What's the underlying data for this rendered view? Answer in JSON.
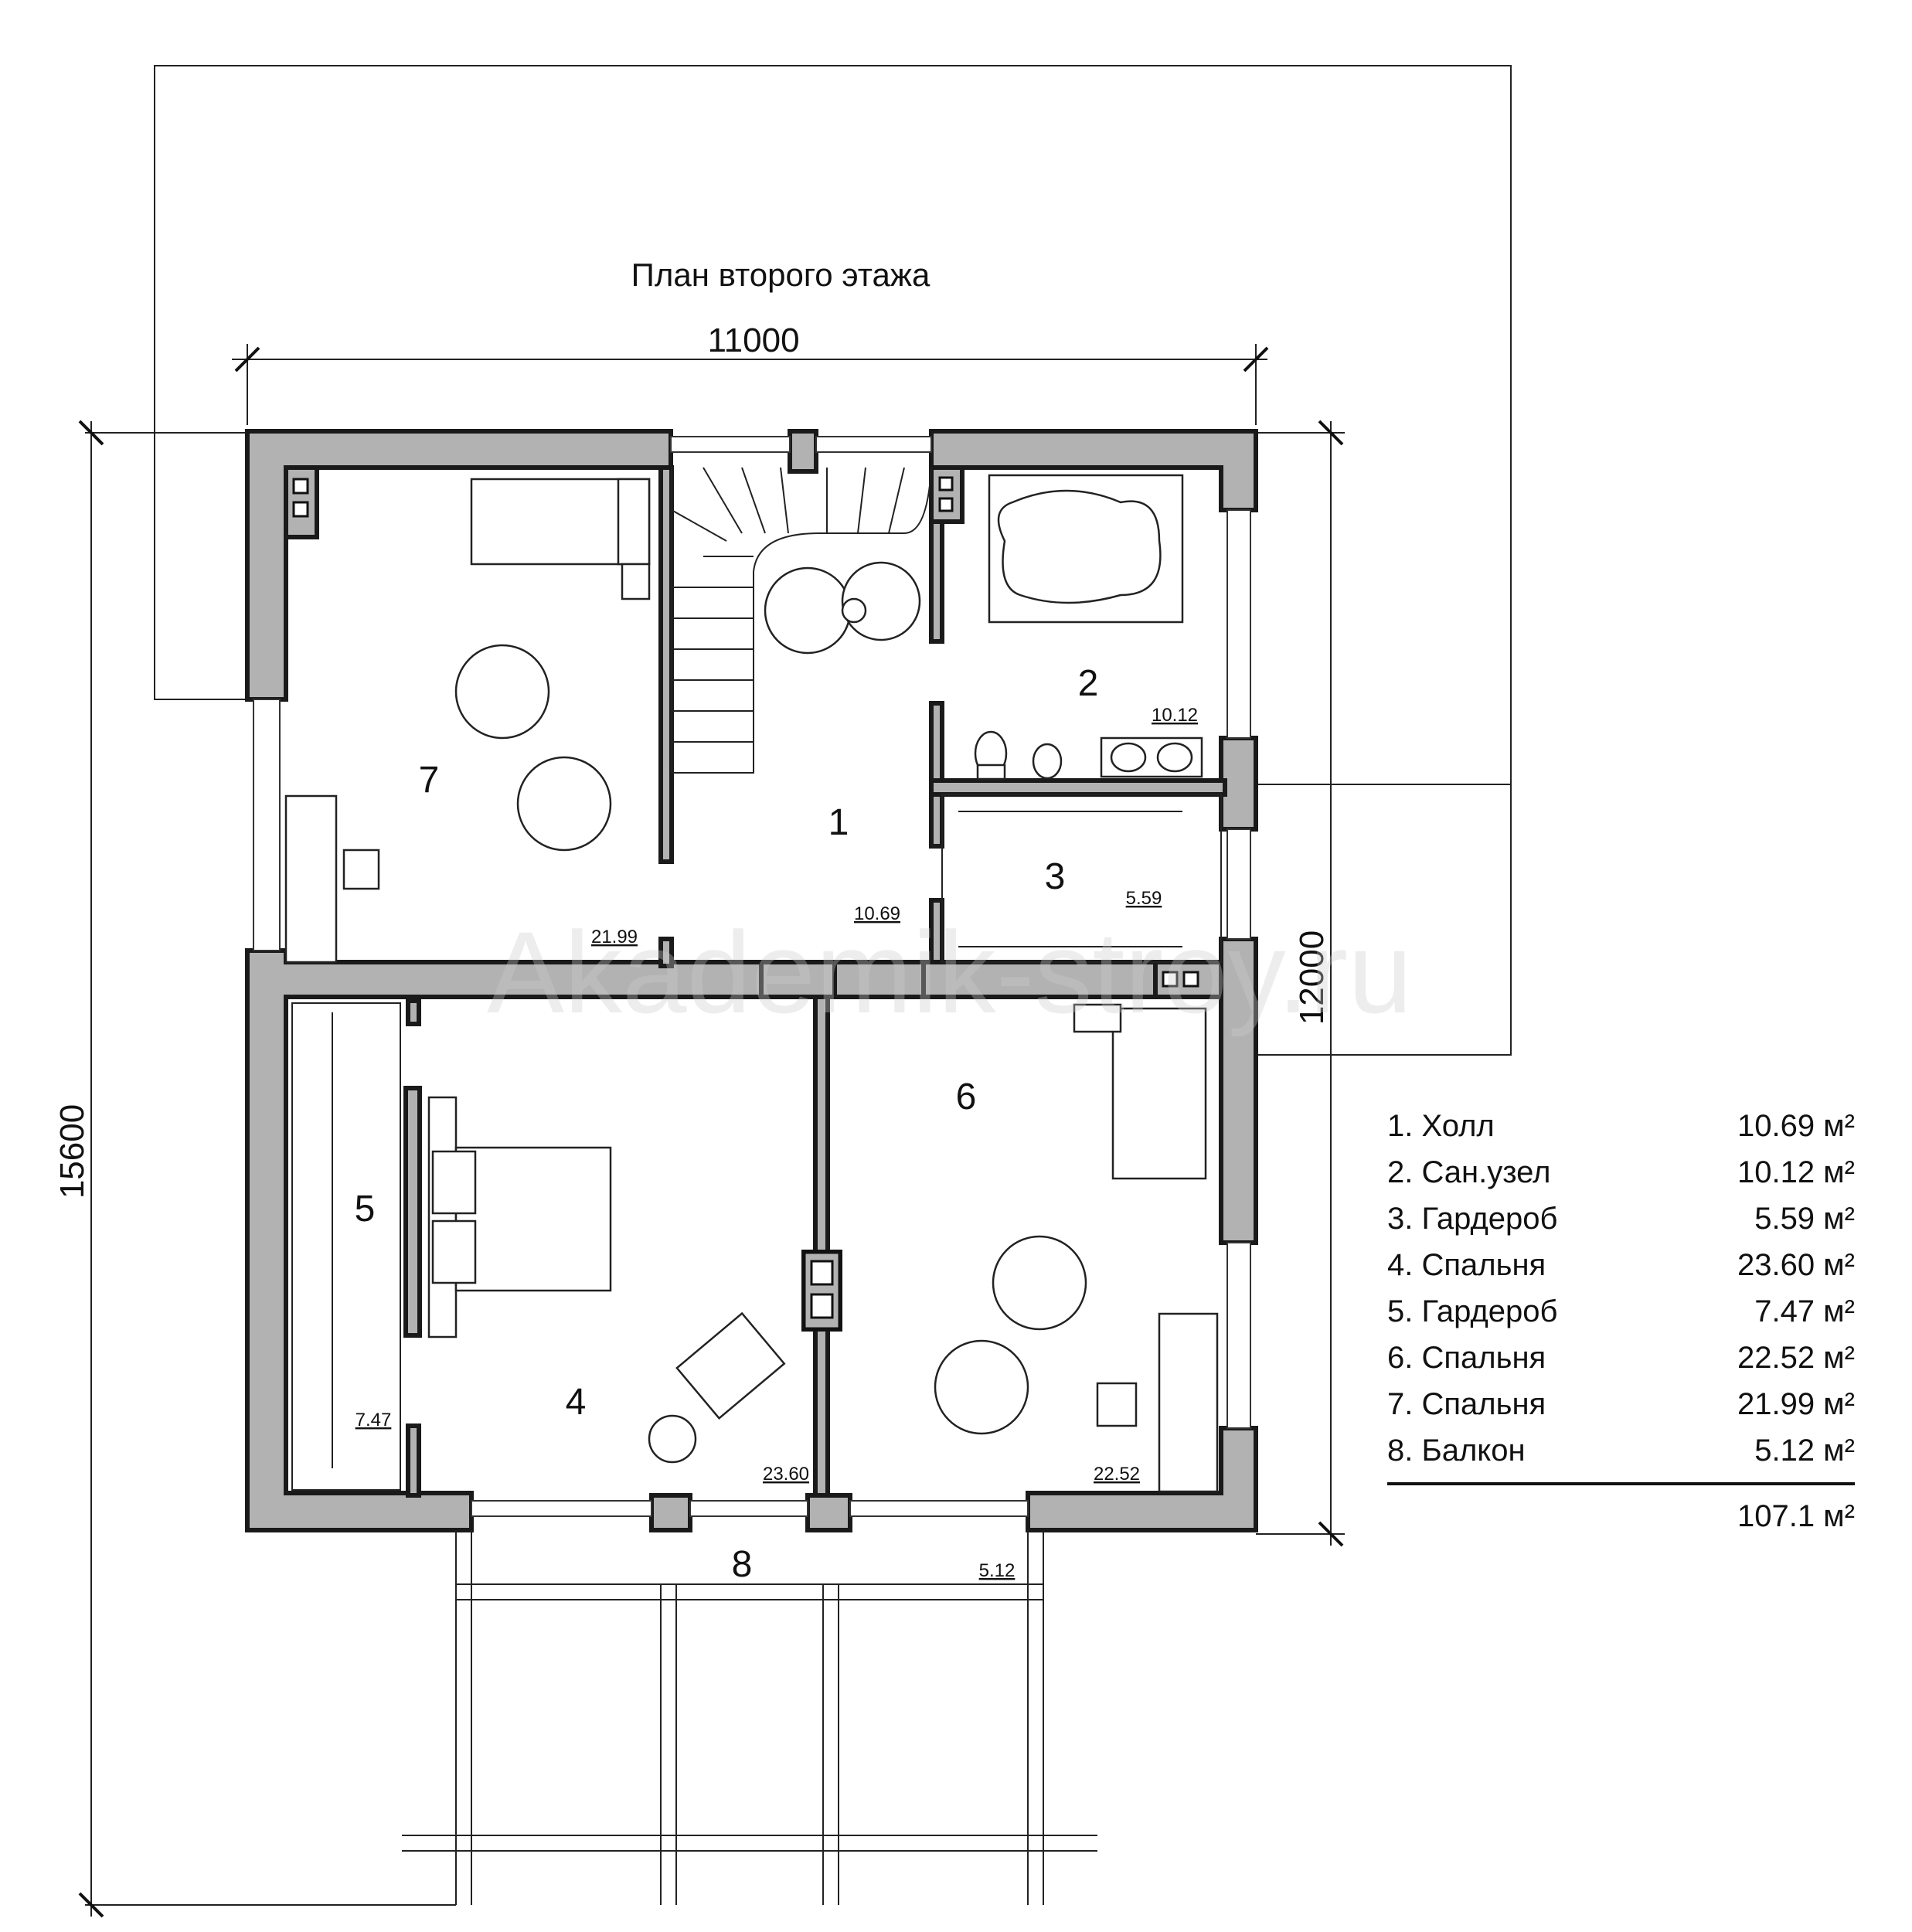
{
  "title": "План второго этажа",
  "dimensions": {
    "width_total": "11000",
    "height_total": "15600",
    "height_house": "12000"
  },
  "watermark": "Akademik-stroy.ru",
  "rooms": [
    {
      "num": "1",
      "name": "Холл",
      "area_label": "10.69",
      "area": "10.69 м²"
    },
    {
      "num": "2",
      "name": "Сан.узел",
      "area_label": "10.12",
      "area": "10.12 м²"
    },
    {
      "num": "3",
      "name": "Гардероб",
      "area_label": "5.59",
      "area": "5.59 м²"
    },
    {
      "num": "4",
      "name": "Спальня",
      "area_label": "23.60",
      "area": "23.60 м²"
    },
    {
      "num": "5",
      "name": "Гардероб",
      "area_label": "7.47",
      "area": "7.47 м²"
    },
    {
      "num": "6",
      "name": "Спальня",
      "area_label": "22.52",
      "area": "22.52 м²"
    },
    {
      "num": "7",
      "name": "Спальня",
      "area_label": "21.99",
      "area": "21.99 м²"
    },
    {
      "num": "8",
      "name": "Балкон",
      "area_label": "5.12",
      "area": "5.12 м²"
    }
  ],
  "legend": [
    {
      "label": "1. Холл",
      "value": "10.69 м²"
    },
    {
      "label": "2. Сан.узел",
      "value": "10.12 м²"
    },
    {
      "label": "3. Гардероб",
      "value": "5.59 м²"
    },
    {
      "label": "4. Спальня",
      "value": "23.60 м²"
    },
    {
      "label": "5. Гардероб",
      "value": "7.47 м²"
    },
    {
      "label": "6. Спальня",
      "value": "22.52 м²"
    },
    {
      "label": "7. Спальня",
      "value": "21.99 м²"
    },
    {
      "label": "8. Балкон",
      "value": "5.12 м²"
    }
  ],
  "total": "107.1 м²",
  "colors": {
    "wall_fill": "#b2b2b2",
    "line": "#1a1a1a"
  }
}
